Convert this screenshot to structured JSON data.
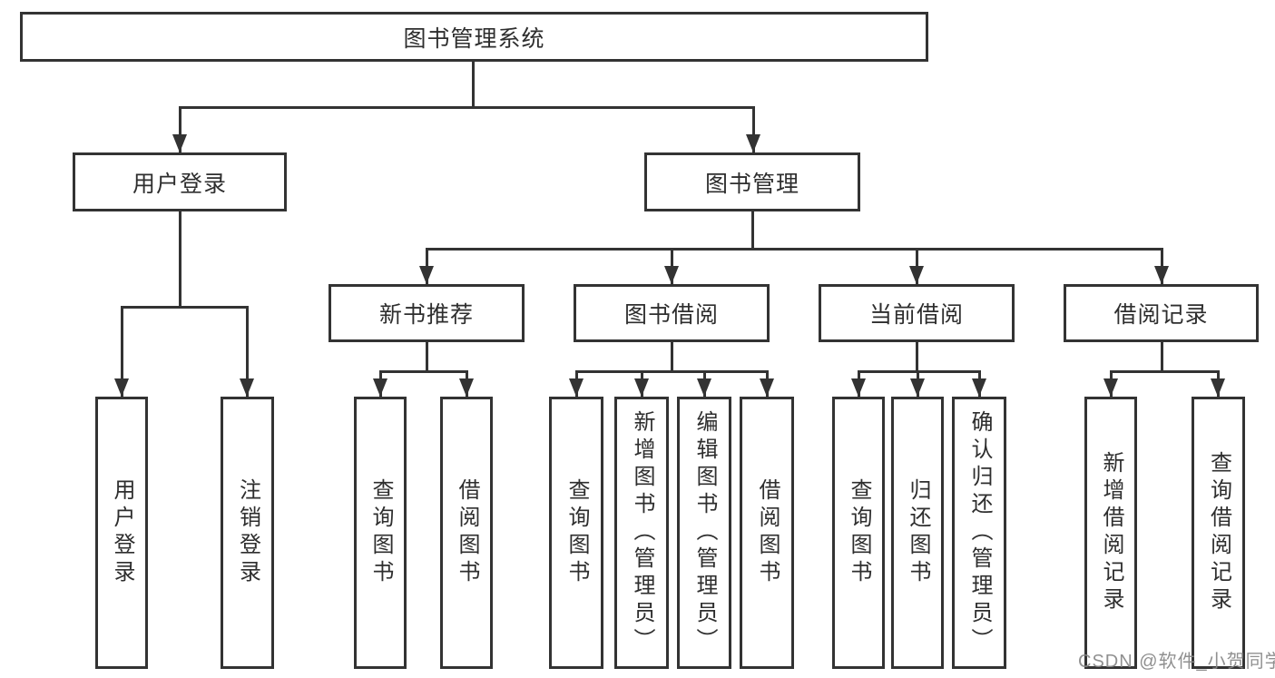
{
  "diagram": {
    "watermark": "CSDN @软件_小贺同学",
    "colors": {
      "line": "#333333",
      "border": "#333333",
      "text": "#2e2e2e",
      "watermark": "#878787",
      "background": "#ffffff"
    },
    "tree": {
      "root": {
        "label": "图书管理系统"
      },
      "branches": [
        {
          "label": "用户登录",
          "children": [
            {
              "label": "用户登录"
            },
            {
              "label": "注销登录"
            }
          ]
        },
        {
          "label": "图书管理",
          "children": [
            {
              "label": "新书推荐",
              "children": [
                {
                  "label": "查询图书"
                },
                {
                  "label": "借阅图书"
                }
              ]
            },
            {
              "label": "图书借阅",
              "children": [
                {
                  "label": "查询图书"
                },
                {
                  "label": "新增图书（管理员）"
                },
                {
                  "label": "编辑图书（管理员）"
                },
                {
                  "label": "借阅图书"
                }
              ]
            },
            {
              "label": "当前借阅",
              "children": [
                {
                  "label": "查询图书"
                },
                {
                  "label": "归还图书"
                },
                {
                  "label": "确认归还（管理员）"
                }
              ]
            },
            {
              "label": "借阅记录",
              "children": [
                {
                  "label": "新增借阅记录"
                },
                {
                  "label": "查询借阅记录"
                }
              ]
            }
          ]
        }
      ]
    }
  }
}
